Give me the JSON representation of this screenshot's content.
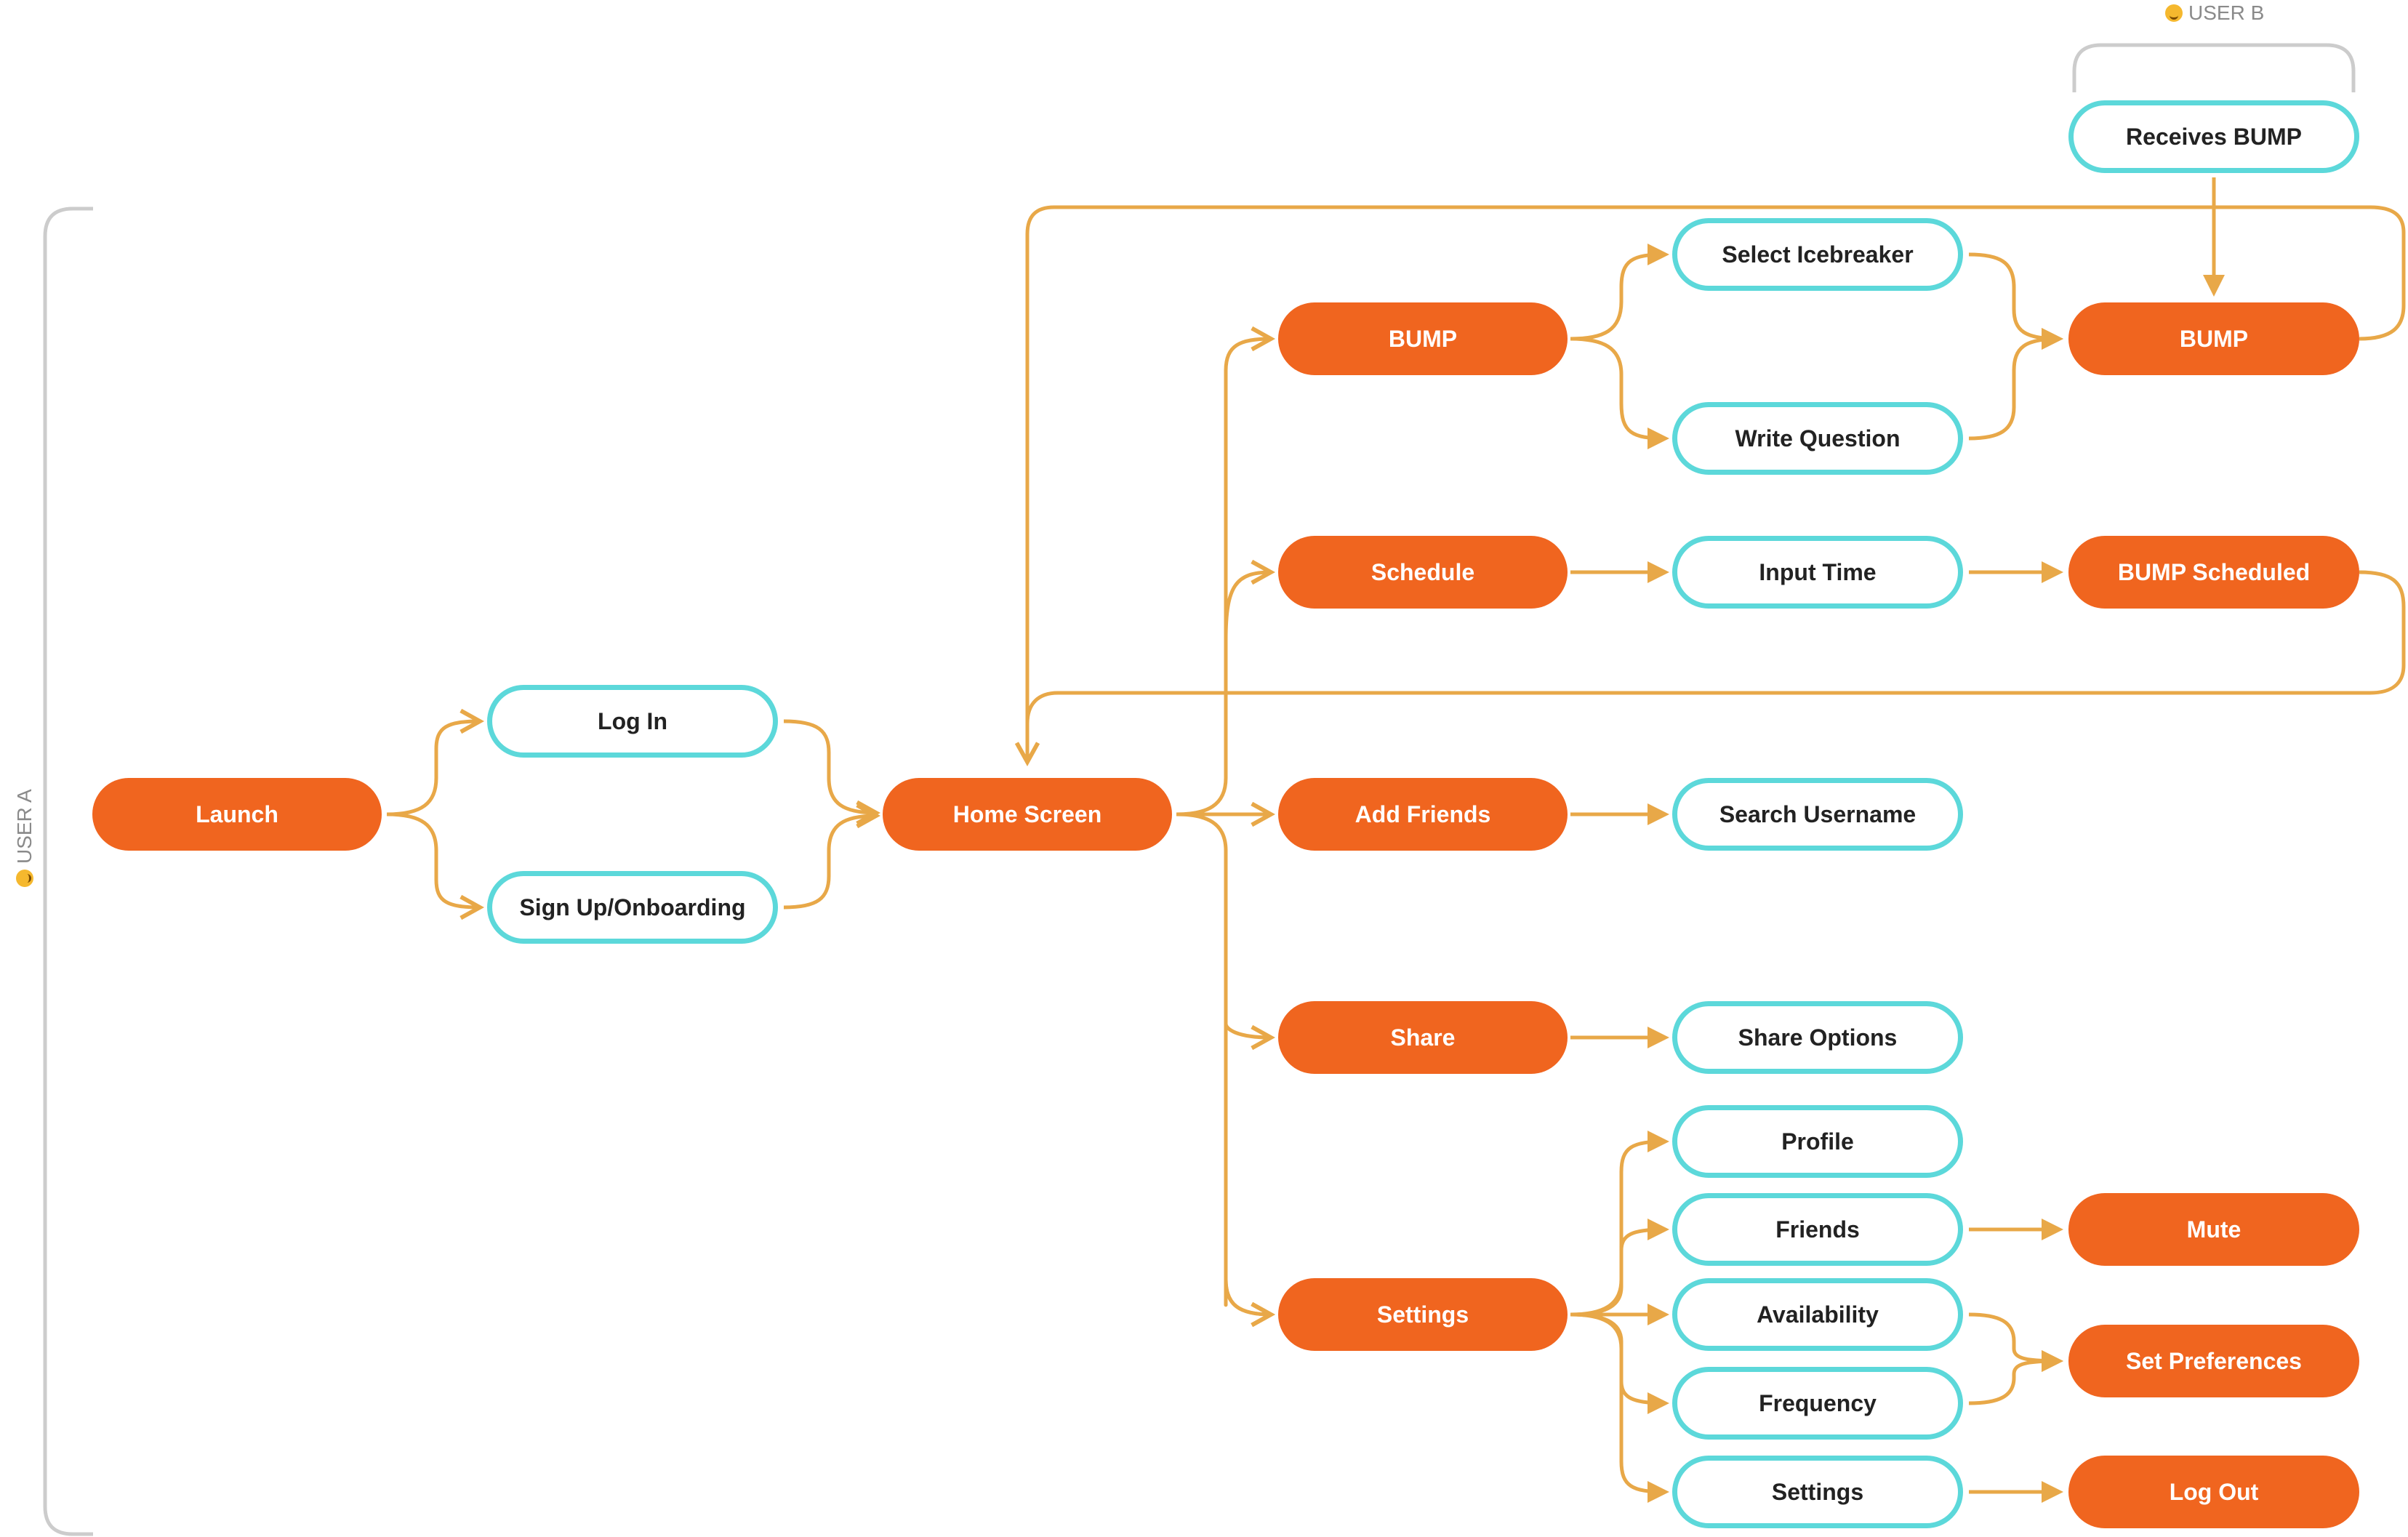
{
  "colors": {
    "primary_fill": "#F0651F",
    "outline": "#5CD8DA",
    "connector": "#E8A848",
    "bracket": "#CCCCCC"
  },
  "groups": {
    "user_a": "USER A",
    "user_b": "USER B"
  },
  "nodes": {
    "launch": "Launch",
    "login": "Log In",
    "signup": "Sign Up/Onboarding",
    "home": "Home Screen",
    "bump": "BUMP",
    "schedule": "Schedule",
    "add_friends": "Add Friends",
    "share": "Share",
    "settings": "Settings",
    "select_icebreaker": "Select Icebreaker",
    "write_question": "Write Question",
    "input_time": "Input Time",
    "search_username": "Search Username",
    "share_options": "Share Options",
    "profile": "Profile",
    "friends": "Friends",
    "availability": "Availability",
    "frequency": "Frequency",
    "settings_sub": "Settings",
    "receives_bump": "Receives BUMP",
    "bump_send": "BUMP",
    "bump_scheduled": "BUMP Scheduled",
    "mute": "Mute",
    "set_preferences": "Set Preferences",
    "log_out": "Log Out"
  }
}
